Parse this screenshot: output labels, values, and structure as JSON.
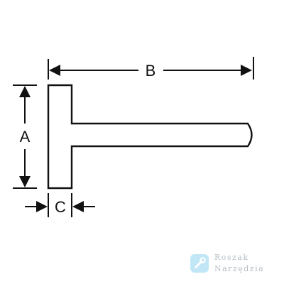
{
  "diagram": {
    "labels": {
      "a": "A",
      "b": "B",
      "c": "C"
    },
    "colors": {
      "line": "#111111",
      "watermark_logo": "#8fd3ef",
      "watermark_text": "#7a8a93"
    }
  },
  "watermark": {
    "line1": "Roszak",
    "line2": "Narzędzia",
    "icon": "wrench-icon"
  }
}
